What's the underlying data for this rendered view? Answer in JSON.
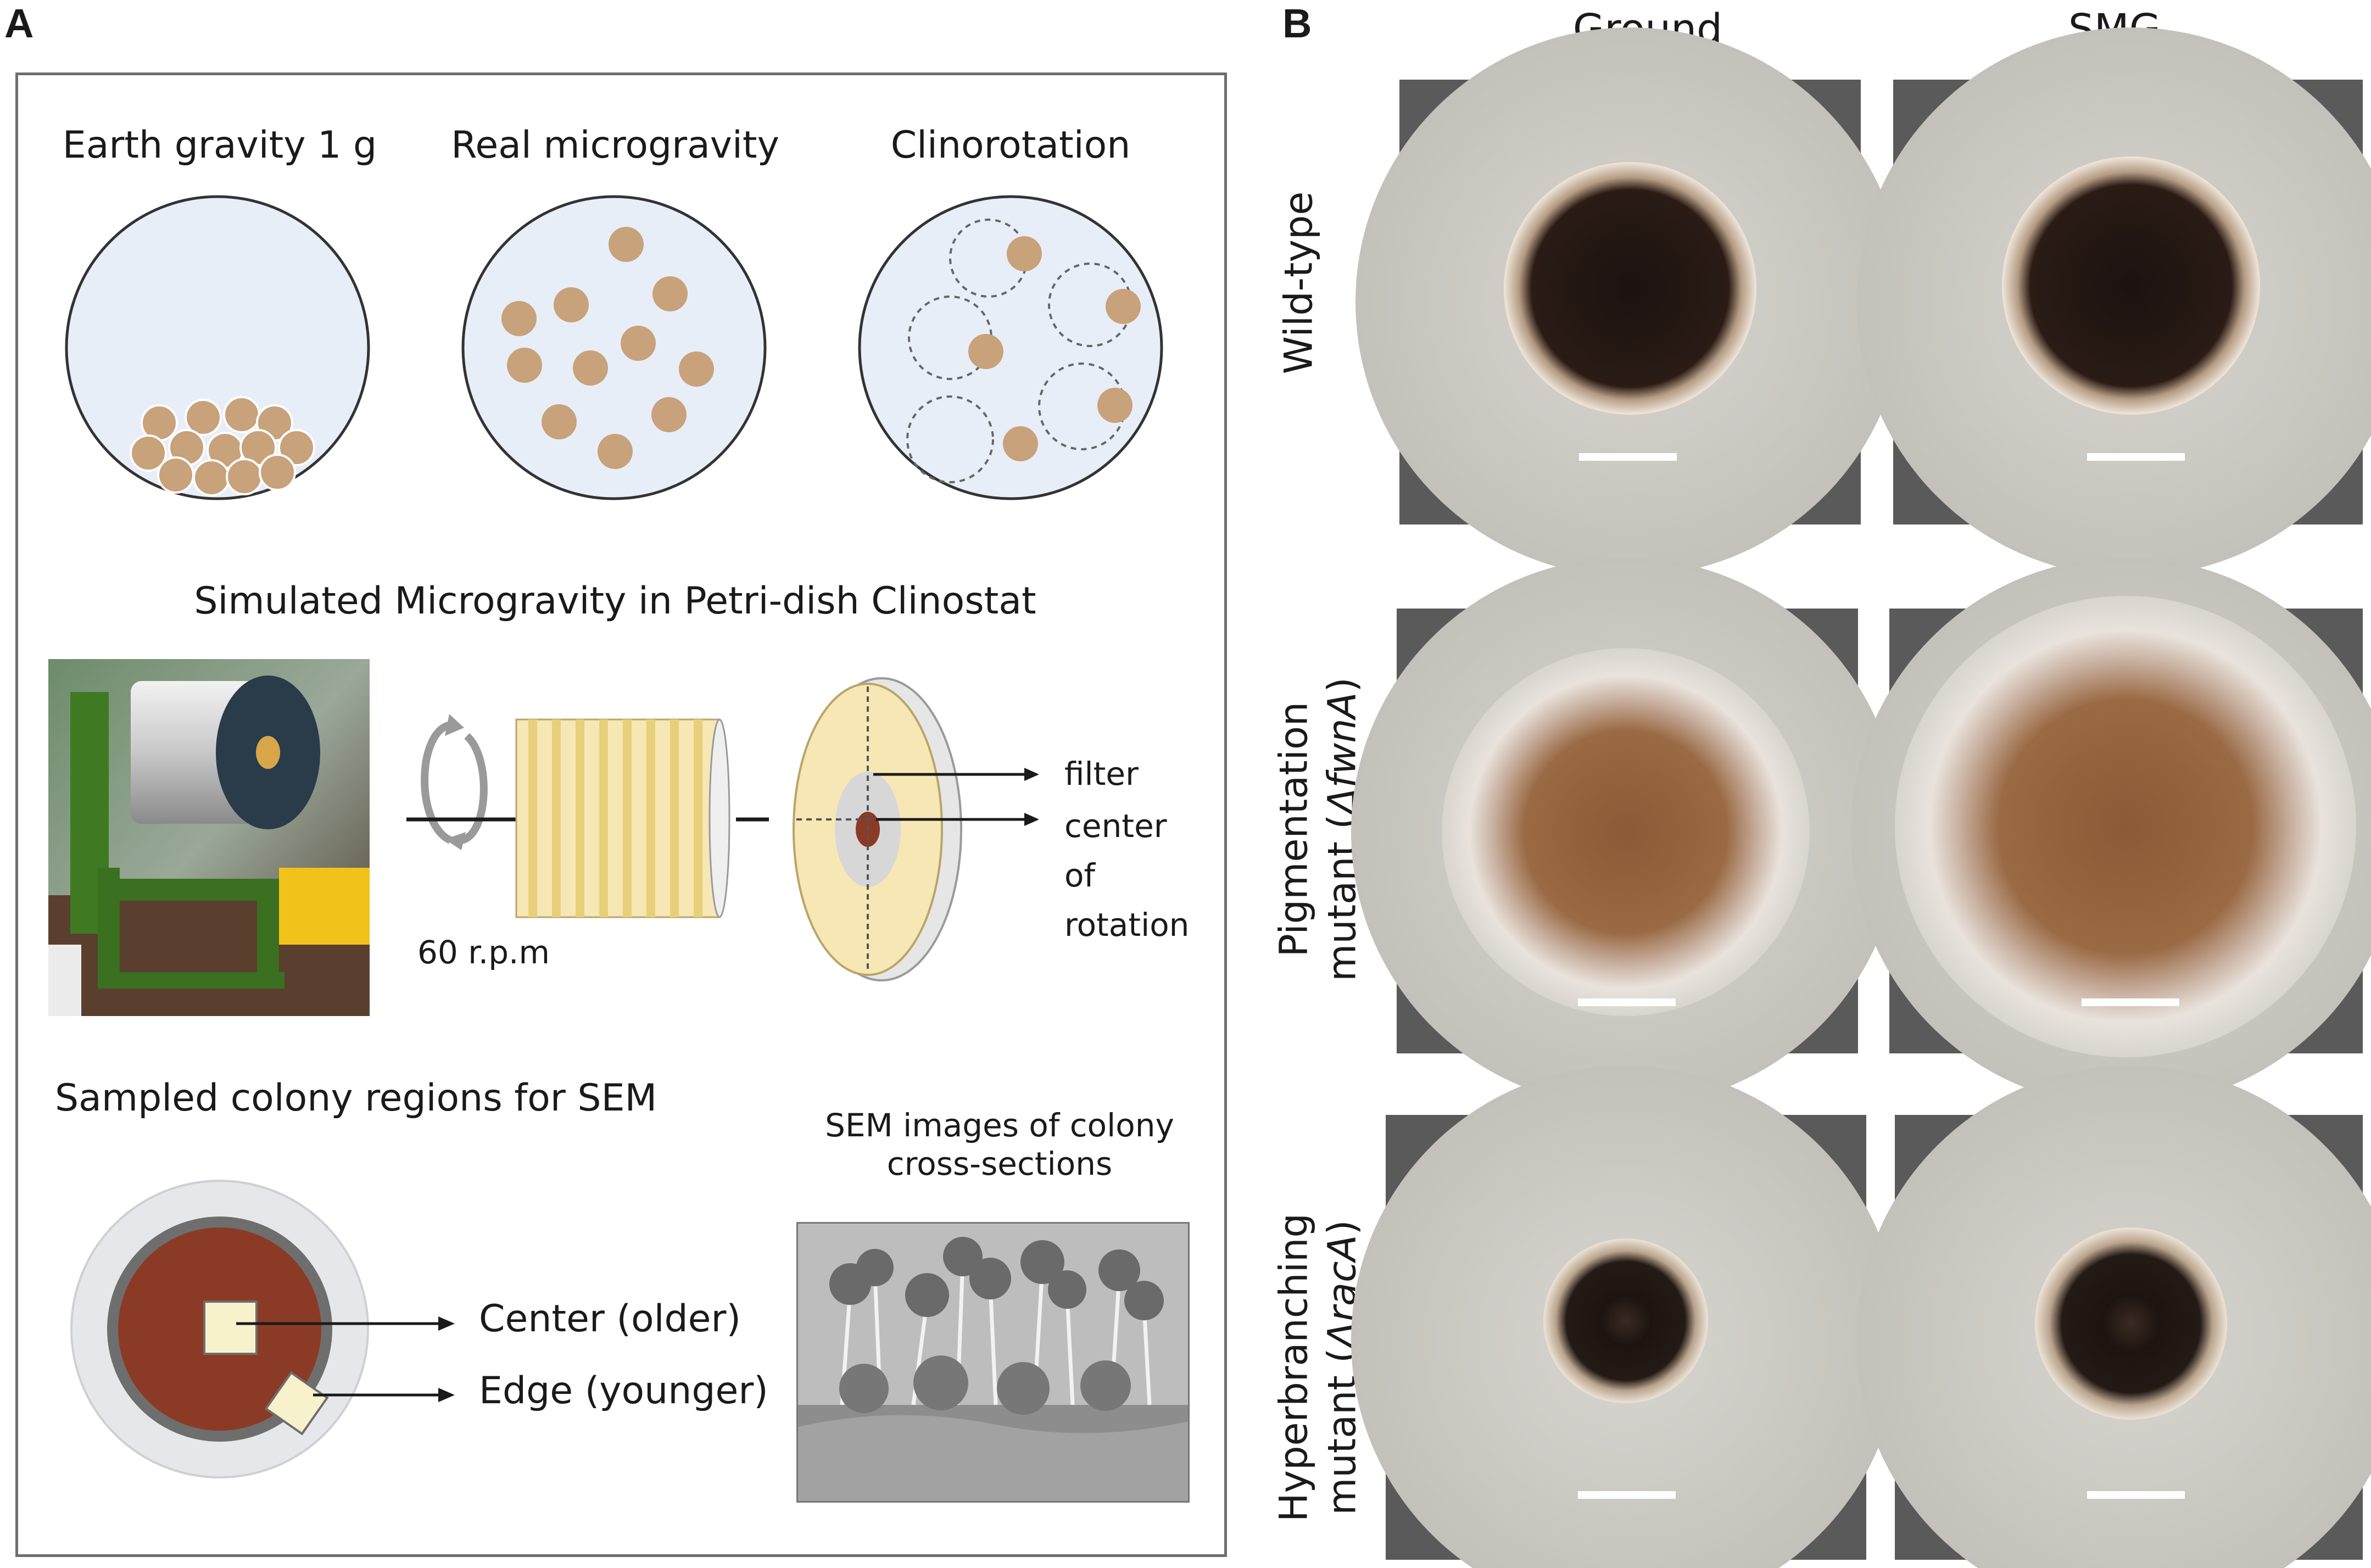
{
  "panel_a": {
    "letter": "A",
    "gravity_conditions": [
      "Earth gravity 1 g",
      "Real microgravity",
      "Clinorotation"
    ],
    "clinostat_title": "Simulated Microgravity in Petri-dish Clinostat",
    "rotation_speed": "60 r.p.m",
    "dish_labels": {
      "filter": "filter",
      "center_line1": "center",
      "center_line2": "of",
      "center_line3": "rotation"
    },
    "sem_title": "Sampled colony regions for SEM",
    "sem_regions": [
      "Center (older)",
      "Edge (younger)"
    ],
    "sem_images_caption_line1": "SEM images of colony",
    "sem_images_caption_line2": "cross-sections"
  },
  "panel_b": {
    "letter": "B",
    "columns": [
      "Ground",
      "SMG"
    ],
    "rows": [
      {
        "line1": "Wild-type",
        "line2_prefix": "",
        "line2_italic": "",
        "line2_suffix": ""
      },
      {
        "line1": "Pigmentation",
        "line2_prefix": "mutant (",
        "line2_italic": "ΔfwnA",
        "line2_suffix": ")"
      },
      {
        "line1": "Hyperbranching",
        "line2_prefix": "mutant (",
        "line2_italic": "ΔracA",
        "line2_suffix": ")"
      }
    ]
  },
  "colors": {
    "particle": "#c8a27a",
    "dish_fill": "#e8eef8",
    "colony_brown": "#8b3a26",
    "plate_background": "#5a5a5a",
    "agar": "#cfccc6"
  }
}
